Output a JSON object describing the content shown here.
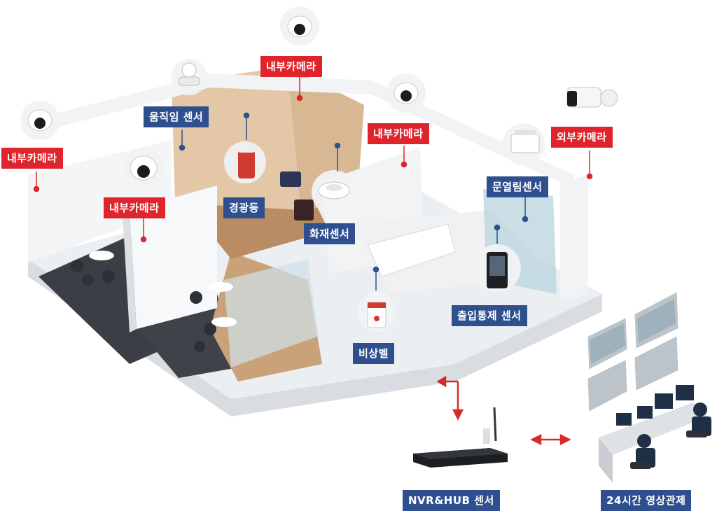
{
  "labels": {
    "camera_top_center": "내부카메라",
    "camera_left": "내부카메라",
    "camera_left_room": "내부카메라",
    "camera_right": "내부카메라",
    "outdoor_camera": "외부카메라",
    "motion_sensor": "움직임 센서",
    "alarm_light": "경광등",
    "fire_sensor": "화재센서",
    "door_sensor": "문열림센서",
    "access_sensor": "출입통제 센서",
    "emergency_bell": "비상벨",
    "nvr_hub": "NVR&HUB 센서",
    "monitoring_24h": "24시간 영상관제"
  },
  "colors": {
    "camera_label": "#e0242b",
    "sensor_label": "#2f4f8f",
    "arrow": "#d42b2b"
  },
  "icons": [
    "dome-camera-icon",
    "bullet-camera-icon",
    "motion-sensor-icon",
    "alarm-light-icon",
    "smoke-detector-icon",
    "door-sensor-icon",
    "access-terminal-icon",
    "emergency-bell-icon",
    "nvr-device-icon",
    "monitoring-center-icon"
  ]
}
